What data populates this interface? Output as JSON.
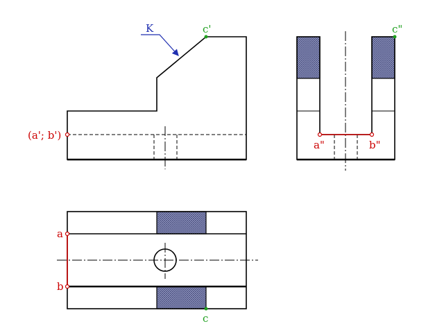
{
  "labels": {
    "k": "K",
    "c_prime": "c'",
    "c_double_prime": "c\"",
    "a_b_prime": "(a'; b')",
    "a_double_prime": "a\"",
    "b_double_prime": "b\"",
    "a": "a",
    "b": "b",
    "c": "c"
  },
  "colors": {
    "line": "#000000",
    "hatch_fill": "#8a8fb8",
    "red_points": "#cc0000",
    "green_points": "#1ea01e",
    "blue_leader": "#1f2fb0"
  }
}
